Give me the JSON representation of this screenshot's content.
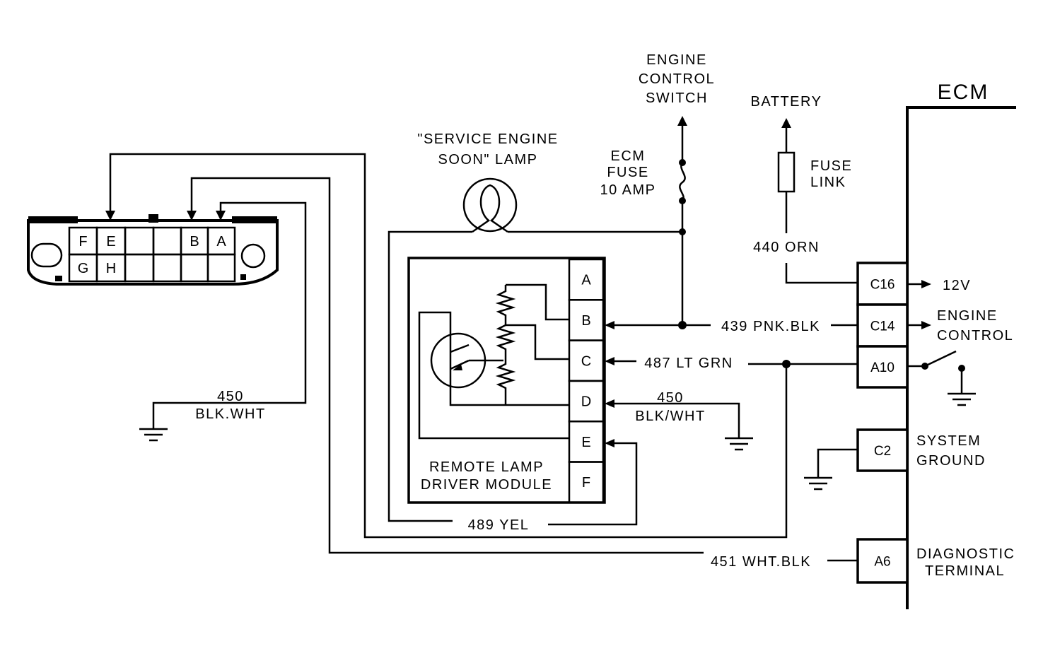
{
  "labels": {
    "engine_control_switch": [
      "ENGINE",
      "CONTROL",
      "SWITCH"
    ],
    "battery": "BATTERY",
    "ecm": "ECM",
    "service_engine_lamp": [
      "\"SERVICE ENGINE",
      "SOON\" LAMP"
    ],
    "ecm_fuse": [
      "ECM",
      "FUSE",
      "10  AMP"
    ],
    "fuse_link": [
      "FUSE",
      "LINK"
    ],
    "remote_lamp_module": [
      "REMOTE LAMP",
      "DRIVER MODULE"
    ],
    "twelve_v": "12V",
    "engine_control_output": [
      "ENGINE",
      "CONTROL"
    ],
    "system_ground": [
      "SYSTEM",
      "GROUND"
    ],
    "diagnostic_terminal": [
      "DIAGNOSTIC",
      "TERMINAL"
    ]
  },
  "wires": {
    "orn_440": "440 ORN",
    "pnk_blk_439": "439 PNK.BLK",
    "lt_grn_487": "487 LT GRN",
    "blk_wht_450_left": [
      "450",
      "BLK.WHT"
    ],
    "blk_wht_450_module": [
      "450",
      "BLK/WHT"
    ],
    "yel_489": "489 YEL",
    "wht_blk_451": "451 WHT.BLK"
  },
  "module_pins": [
    "A",
    "B",
    "C",
    "D",
    "E",
    "F"
  ],
  "ecm_pins": [
    "C16",
    "C14",
    "A10",
    "C2",
    "A6"
  ],
  "connector": {
    "top_row": [
      "F",
      "E",
      "",
      "",
      "B",
      "A"
    ],
    "bottom_row": [
      "G",
      "H",
      "",
      "",
      "",
      ""
    ]
  }
}
